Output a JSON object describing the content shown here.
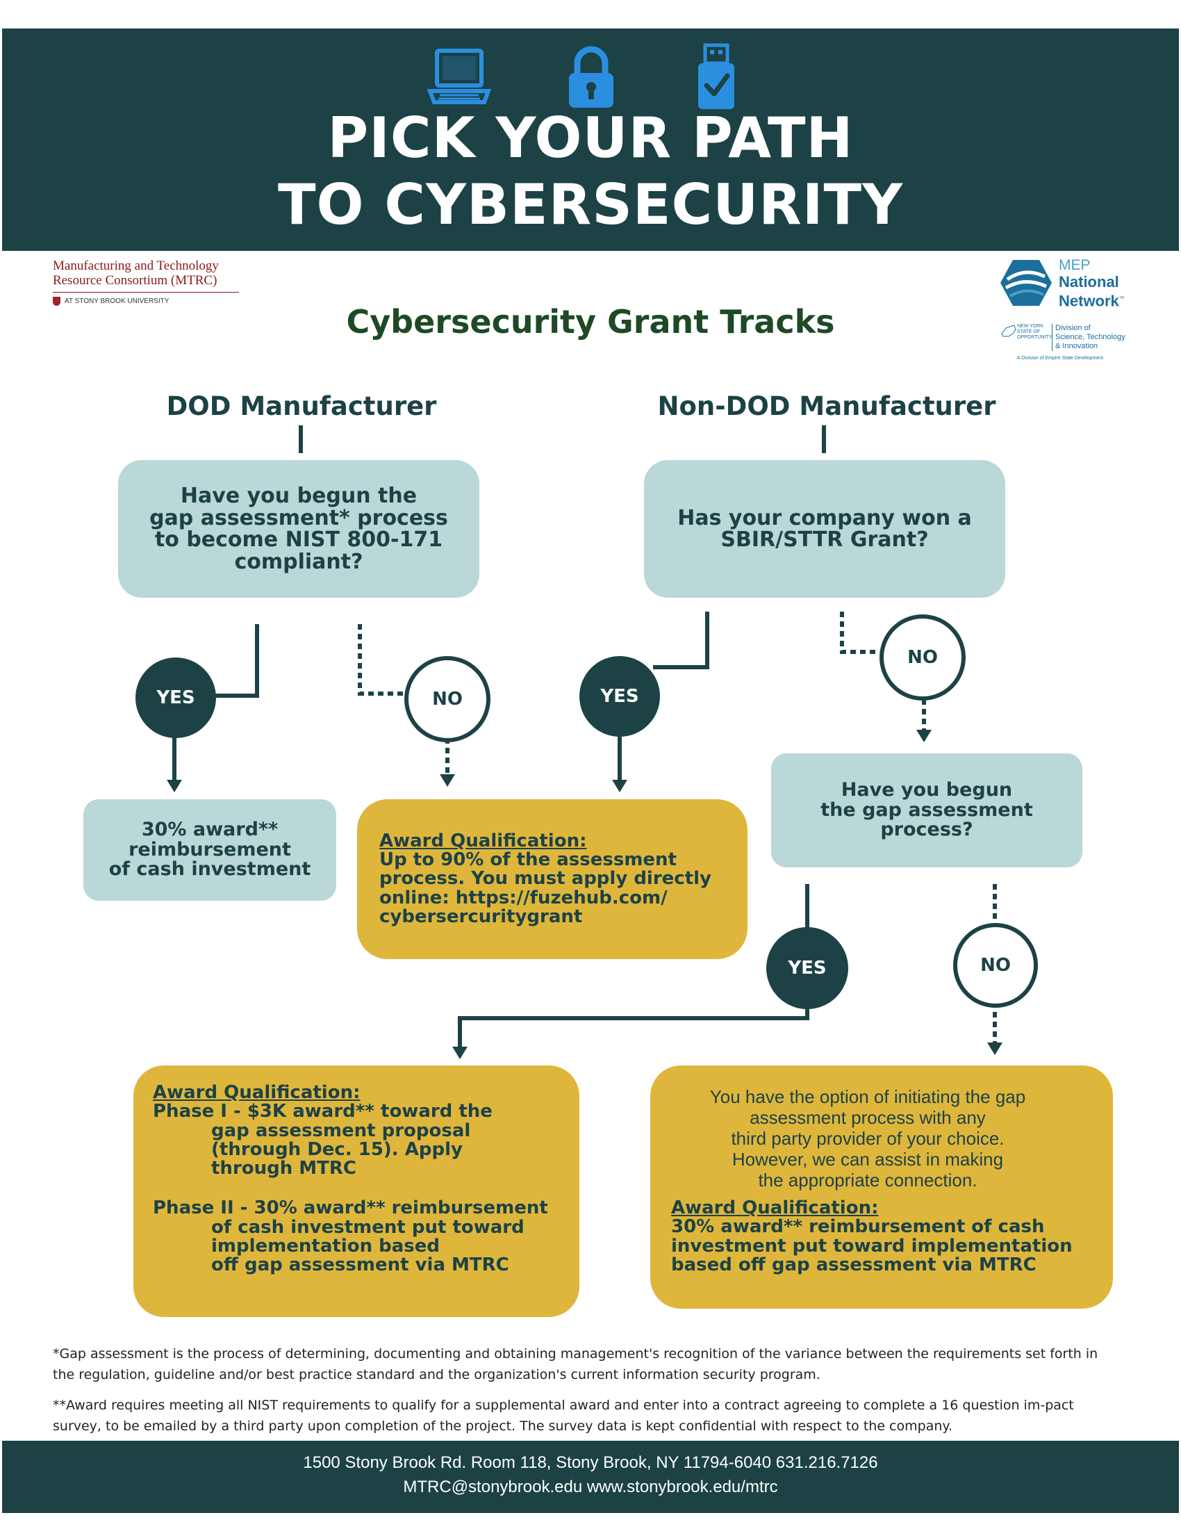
{
  "header": {
    "title_line1": "PICK YOUR PATH",
    "title_line2": "TO CYBERSECURITY",
    "icons": [
      "laptop-icon",
      "padlock-icon",
      "usb-drive-check-icon"
    ],
    "colors": {
      "band": "#1c4246",
      "icon": "#2b8fe0"
    }
  },
  "logo_left": {
    "line1": "Manufacturing and Technology",
    "line2": "Resource Consortium (MTRC)",
    "line3": "AT STONY BROOK UNIVERSITY"
  },
  "logo_right": {
    "mep": "MEP",
    "national": "National",
    "network": "Network",
    "tm": "™",
    "ny_small": "NEW YORK STATE OF OPPORTUNITY",
    "division_line1": "Division of",
    "division_line2": "Science, Technology",
    "division_line3": "& Innovation",
    "division_sub": "A Division of Empire State Development"
  },
  "subtitle": "Cybersecurity Grant Tracks",
  "tracks": {
    "dod": {
      "title": "DOD Manufacturer",
      "question": "Have you begun the\ngap assessment* process\nto become NIST 800-171\ncompliant?",
      "yes_label": "YES",
      "no_label": "NO",
      "yes_result": "30% award**\nreimbursement\nof cash investment",
      "no_result_heading": "Award Qualification:",
      "no_result_body": "Up to 90% of the assessment\nprocess. You must apply directly\nonline: https://fuzehub.com/\ncybersercuritygrant"
    },
    "nondod": {
      "title": "Non-DOD Manufacturer",
      "question": "Has your company won a\nSBIR/STTR Grant?",
      "yes_label": "YES",
      "no_label": "NO",
      "followup_question": "Have you begun\nthe gap assessment\nprocess?",
      "followup_yes_label": "YES",
      "followup_no_label": "NO",
      "phase_box_heading": "Award Qualification:",
      "phase1": "Phase I - $3K award** toward the",
      "phase1_cont": "gap assessment proposal\n(through Dec. 15). Apply\nthrough MTRC",
      "phase2": "Phase II - 30% award** reimbursement",
      "phase2_cont": "of cash investment put toward\nimplementation based\noff gap assessment via MTRC",
      "option_text": "You have the option of initiating the gap\nassessment process with any\nthird party provider of your choice.\nHowever, we can assist in making\nthe appropriate connection.",
      "option_heading": "Award Qualification:",
      "option_body": "30% award** reimbursement of cash\ninvestment put toward implementation\nbased off gap assessment via MTRC"
    }
  },
  "footnotes": {
    "gap": "*Gap assessment is the process of determining, documenting and obtaining management's recognition of the variance between the requirements set forth in the regulation, guideline and/or best practice standard and the organization's current information security program.",
    "award": "**Award requires meeting all NIST requirements to qualify for a supplemental award and enter into a contract agreeing to complete a 16 question im-pact survey, to be emailed by a third party upon completion of the project. The survey data is kept confidential with respect to the company."
  },
  "footer": {
    "address": "1500 Stony Brook Rd. Room 118, Stony Brook, NY 11794-6040  631.216.7126",
    "contact": "MTRC@stonybrook.edu  www.stonybrook.edu/mtrc"
  },
  "colors": {
    "question_box": "#b9d8d7",
    "award_box": "#dfb63c",
    "dark_teal": "#1c4246",
    "subtitle_green": "#1d4a25"
  }
}
